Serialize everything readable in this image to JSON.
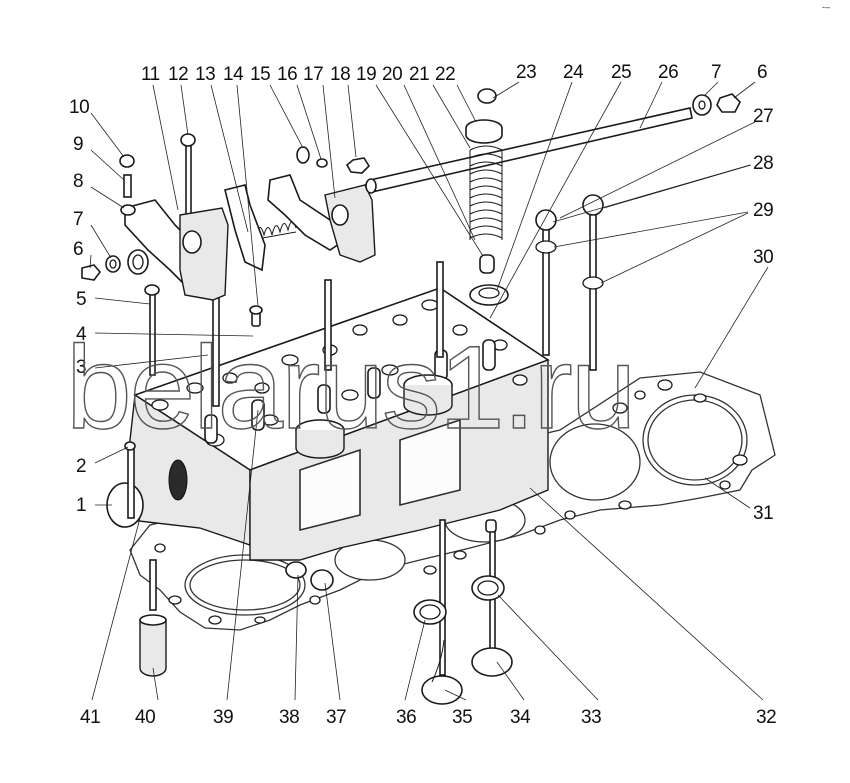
{
  "diagram": {
    "title": "Cylinder head assembly — exploded view",
    "watermark": "belarus1.ru",
    "corner_mark": "-–",
    "callouts": [
      {
        "id": "1"
      },
      {
        "id": "2"
      },
      {
        "id": "3"
      },
      {
        "id": "4"
      },
      {
        "id": "5"
      },
      {
        "id": "6"
      },
      {
        "id": "7"
      },
      {
        "id": "8"
      },
      {
        "id": "9"
      },
      {
        "id": "10"
      },
      {
        "id": "11"
      },
      {
        "id": "12"
      },
      {
        "id": "13"
      },
      {
        "id": "14"
      },
      {
        "id": "15"
      },
      {
        "id": "16"
      },
      {
        "id": "17"
      },
      {
        "id": "18"
      },
      {
        "id": "19"
      },
      {
        "id": "20"
      },
      {
        "id": "21"
      },
      {
        "id": "22"
      },
      {
        "id": "23"
      },
      {
        "id": "24"
      },
      {
        "id": "25"
      },
      {
        "id": "26"
      },
      {
        "id": "7"
      },
      {
        "id": "6"
      },
      {
        "id": "27"
      },
      {
        "id": "28"
      },
      {
        "id": "29"
      },
      {
        "id": "30"
      },
      {
        "id": "31"
      },
      {
        "id": "32"
      },
      {
        "id": "33"
      },
      {
        "id": "34"
      },
      {
        "id": "35"
      },
      {
        "id": "36"
      },
      {
        "id": "37"
      },
      {
        "id": "38"
      },
      {
        "id": "39"
      },
      {
        "id": "40"
      },
      {
        "id": "41"
      }
    ]
  }
}
